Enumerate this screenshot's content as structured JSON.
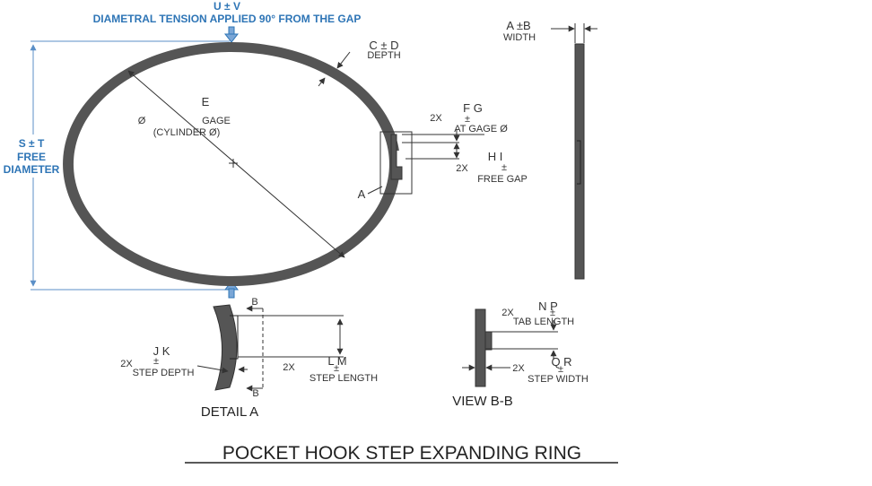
{
  "tension": {
    "symbols": "U  ±  V",
    "label": "DIAMETRAL TENSION APPLIED 90° FROM THE GAP"
  },
  "free_diameter": {
    "symbols": "S  ±  T",
    "line1": "FREE",
    "line2": "DIAMETER"
  },
  "depth": {
    "symbols": "C  ±  D",
    "label": "DEPTH"
  },
  "gage": {
    "letter": "E",
    "symbol": "Ø",
    "label": "GAGE",
    "sub": "(CYLINDER Ø)"
  },
  "width": {
    "symbols": "A  ±B",
    "label": "WIDTH"
  },
  "at_gage": {
    "count": "2X",
    "letters": "F   G",
    "pm": "±",
    "label": "AT GAGE Ø"
  },
  "free_gap": {
    "count": "2X",
    "letters": "H   I",
    "pm": "±",
    "label": "FREE GAP"
  },
  "detail_callout": "A",
  "step_depth": {
    "count": "2X",
    "letters": "J   K",
    "pm": "±",
    "label": "STEP DEPTH"
  },
  "step_length": {
    "count": "2X",
    "letters": "L   M",
    "pm": "±",
    "label": "STEP LENGTH"
  },
  "section_mark": "B",
  "tab_length": {
    "count": "2X",
    "letters": "N   P",
    "pm": "±",
    "label": "TAB LENGTH"
  },
  "step_width": {
    "count": "2X",
    "letters": "Q   R",
    "pm": "±",
    "label": "STEP WIDTH"
  },
  "detail_a": "DETAIL  A",
  "view_bb": "VIEW B-B",
  "title": "POCKET HOOK STEP EXPANDING RING",
  "colors": {
    "accent": "#2e75b6",
    "ring": "#555555",
    "text": "#333333"
  }
}
